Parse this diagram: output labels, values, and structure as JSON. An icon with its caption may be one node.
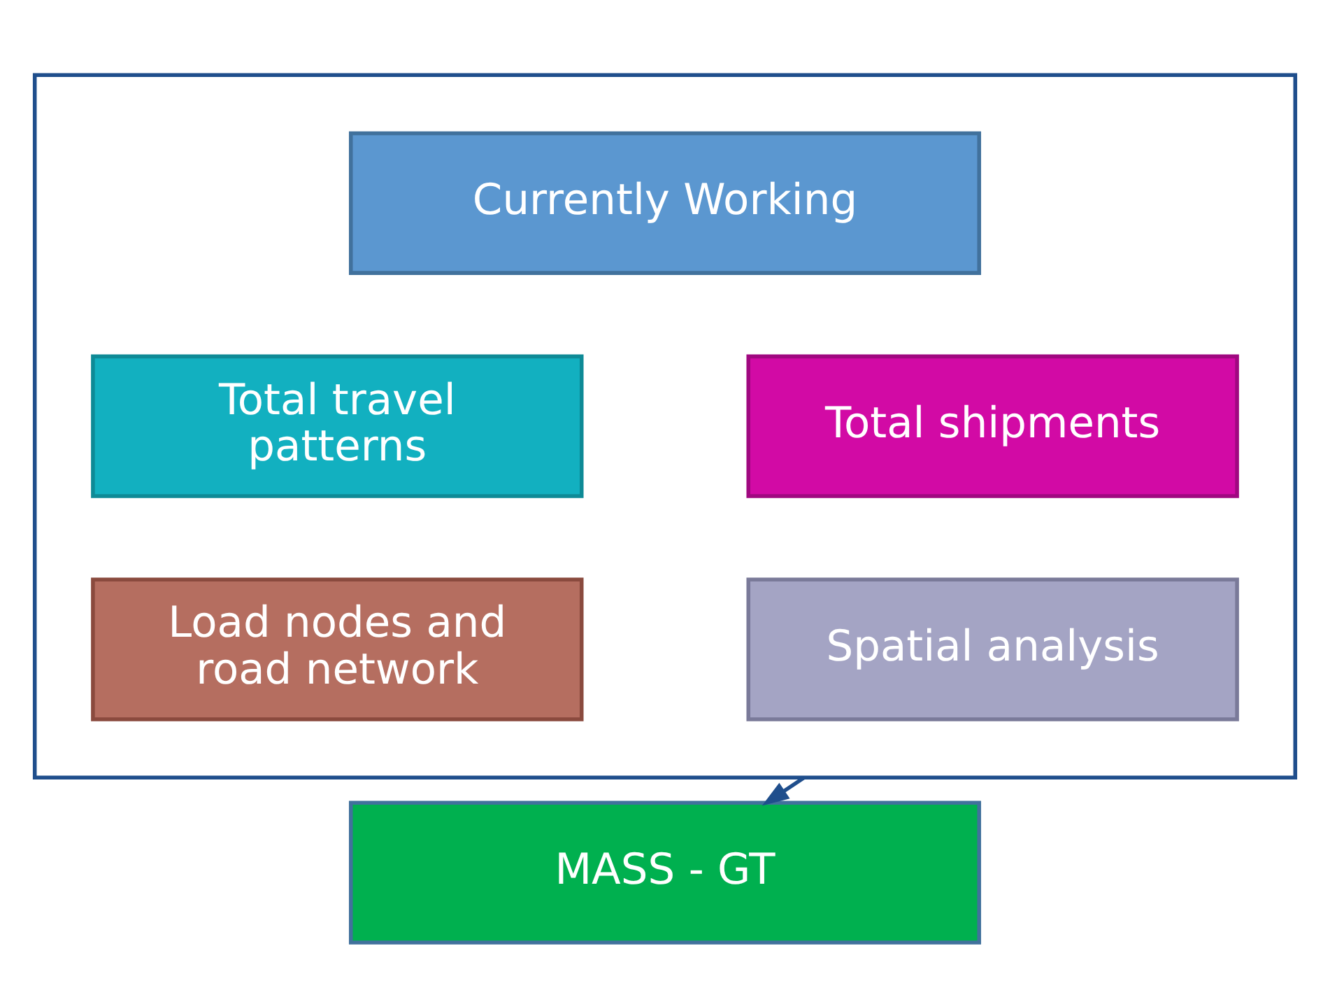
{
  "diagram": {
    "nodes": [
      {
        "text": [],
        "shape": "box"
      },
      {
        "text": [
          "Currently Working"
        ],
        "in": 0
      },
      {
        "text": [
          "Total travel patterns"
        ],
        "in": 0
      },
      {
        "text": [
          "Total shipments"
        ],
        "in": 0
      },
      {
        "text": [
          "Load nodes and road network"
        ],
        "in": 0
      },
      {
        "text": [
          "Spatial analysis"
        ],
        "in": 0
      },
      {
        "text": [
          "MASS - GT"
        ]
      }
    ],
    "edges": [
      {
        "from": 0,
        "to": 6,
        "arrow": "to"
      }
    ]
  }
}
